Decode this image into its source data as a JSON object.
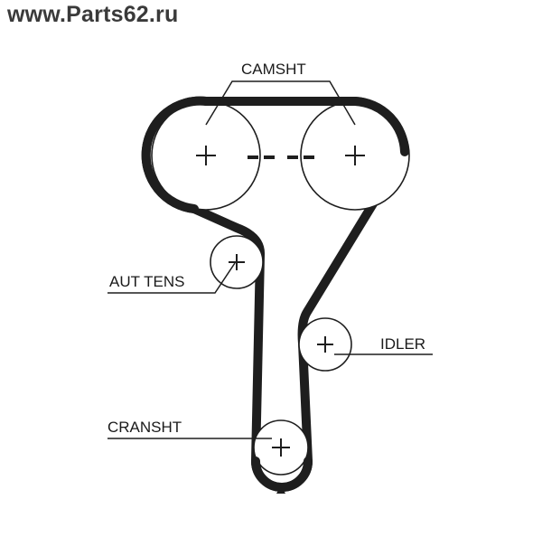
{
  "watermark": {
    "text": "www.Parts62.ru"
  },
  "labels": {
    "camshaft": "CAMSHT",
    "tensioner": "AUT TENS",
    "idler": "IDLER",
    "crankshaft": "CRANSHT"
  },
  "colors": {
    "line": "#1e1e1e",
    "background": "#ffffff"
  },
  "icons": {
    "timing_mark": "triangle-up-icon",
    "center": "plus-icon"
  }
}
